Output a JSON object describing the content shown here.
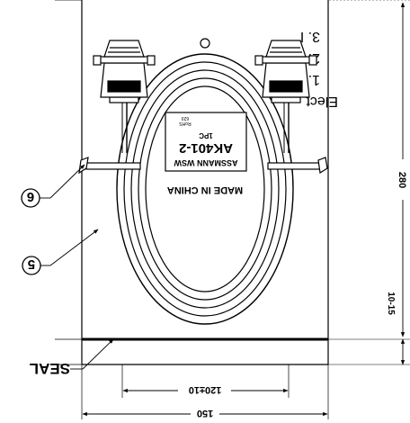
{
  "drawing": {
    "labels": {
      "seal": "SEAL",
      "made_in": "MADE IN CHINA",
      "part_brand": "ASSMANN WSW",
      "part_number": "AK401-2",
      "quantity": "1PC",
      "rohs": "RoHS",
      "rohs_code": "629"
    },
    "callouts": [
      "5",
      "6"
    ],
    "dimensions": {
      "overall_width": "150",
      "inner_width": "120±10",
      "height": "280",
      "seal_offset": "10-15"
    },
    "notes": {
      "heading": "Elect",
      "items": [
        "1. 1",
        "2. C",
        "3. I"
      ]
    }
  }
}
